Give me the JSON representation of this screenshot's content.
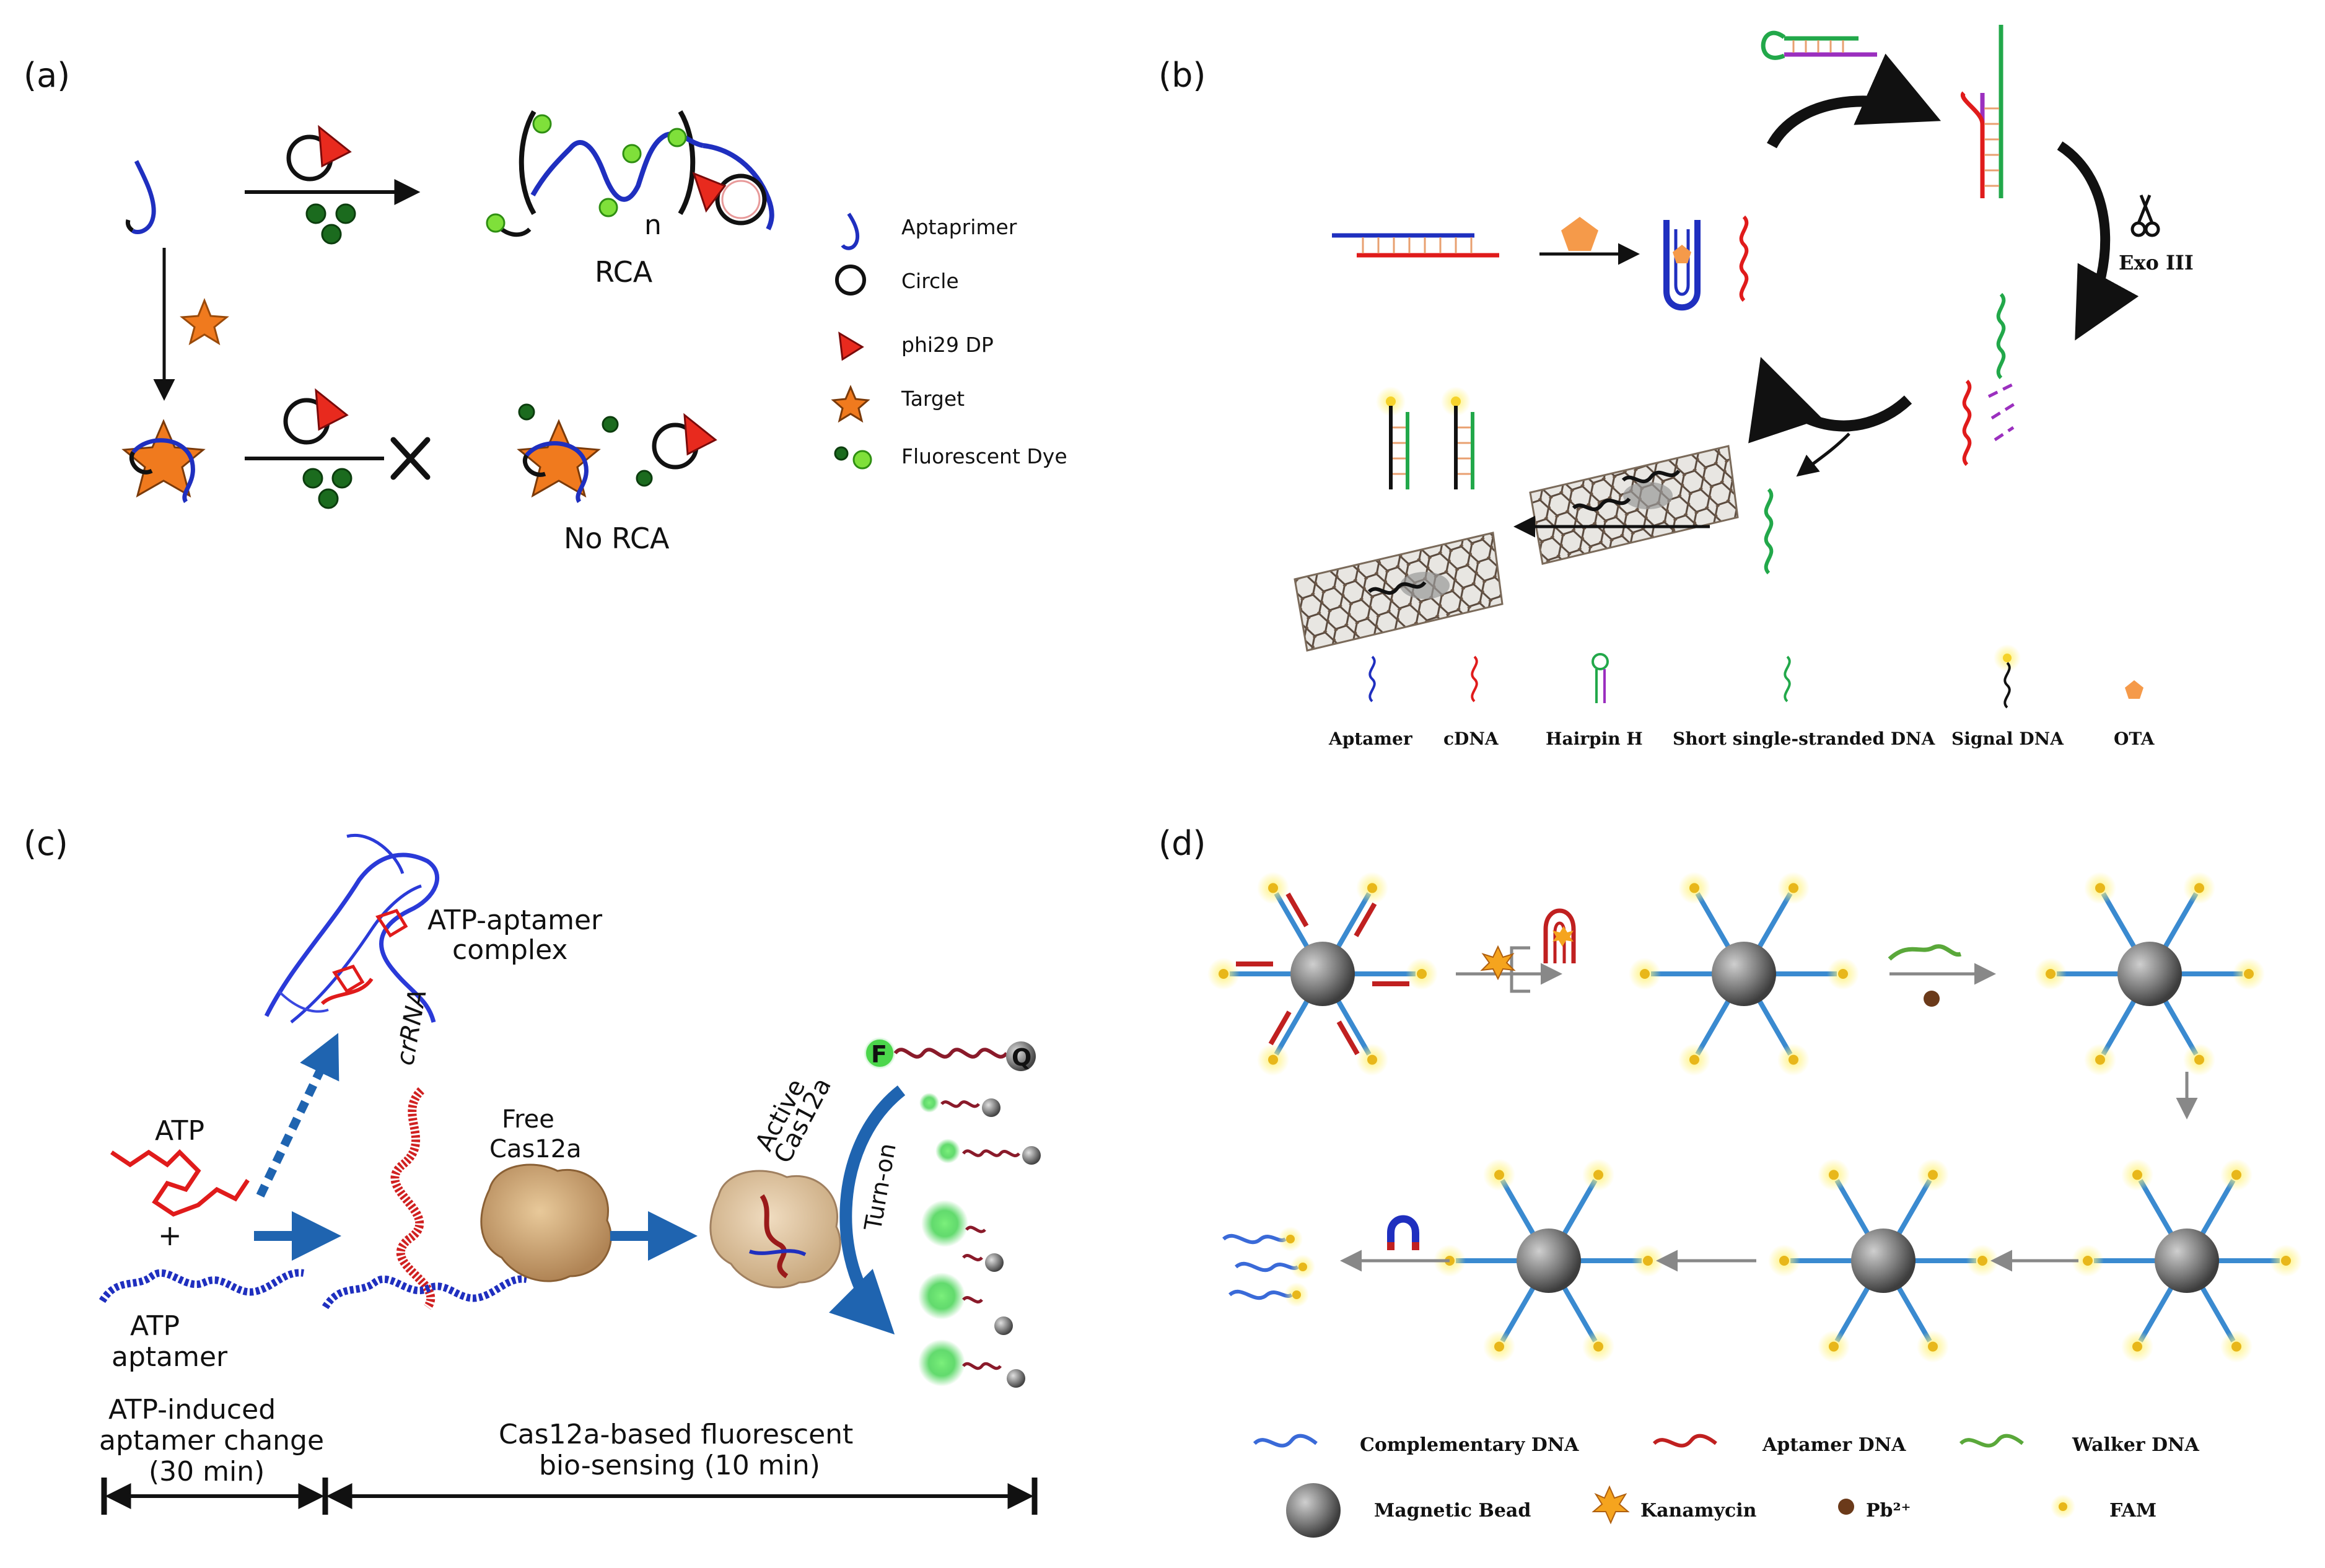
{
  "panels": {
    "a": {
      "label": "(a)",
      "rca": "RCA",
      "no_rca": "No RCA",
      "repeat_n": "n",
      "legend": [
        "Aptaprimer",
        "Circle",
        "phi29 DP",
        "Target",
        "Fluorescent Dye"
      ]
    },
    "b": {
      "label": "(b)",
      "enzyme": "Exo III",
      "legend": [
        "Aptamer",
        "cDNA",
        "Hairpin H",
        "Short single-stranded DNA",
        "Signal DNA",
        "OTA"
      ]
    },
    "c": {
      "label": "(c)",
      "complex": [
        "ATP-aptamer",
        "complex"
      ],
      "atp": "ATP",
      "plus": "+",
      "aptamer": [
        "ATP",
        "aptamer"
      ],
      "crrna": "crRNA",
      "free": [
        "Free",
        "Cas12a"
      ],
      "active": [
        "Active",
        "Cas12a"
      ],
      "turn_on": "Turn-on",
      "f": "F",
      "q": "Q",
      "stage1": [
        "ATP-induced",
        "aptamer change",
        "(30 min)"
      ],
      "stage2": [
        "Cas12a-based fluorescent",
        "bio-sensing (10 min)"
      ]
    },
    "d": {
      "label": "(d)",
      "legend": [
        "Complementary DNA",
        "Aptamer DNA",
        "Walker DNA",
        "Magnetic Bead",
        "Kanamycin",
        "Pb²⁺",
        "FAM"
      ]
    }
  },
  "colors": {
    "blue": "#1f2fbf",
    "red": "#e01b1b",
    "green": "#22a84a",
    "purple": "#9b2fbf",
    "orange": "#f07a1e",
    "steel": "#3a8ad0",
    "bead": "#777777",
    "fam": "#f5e23a"
  }
}
